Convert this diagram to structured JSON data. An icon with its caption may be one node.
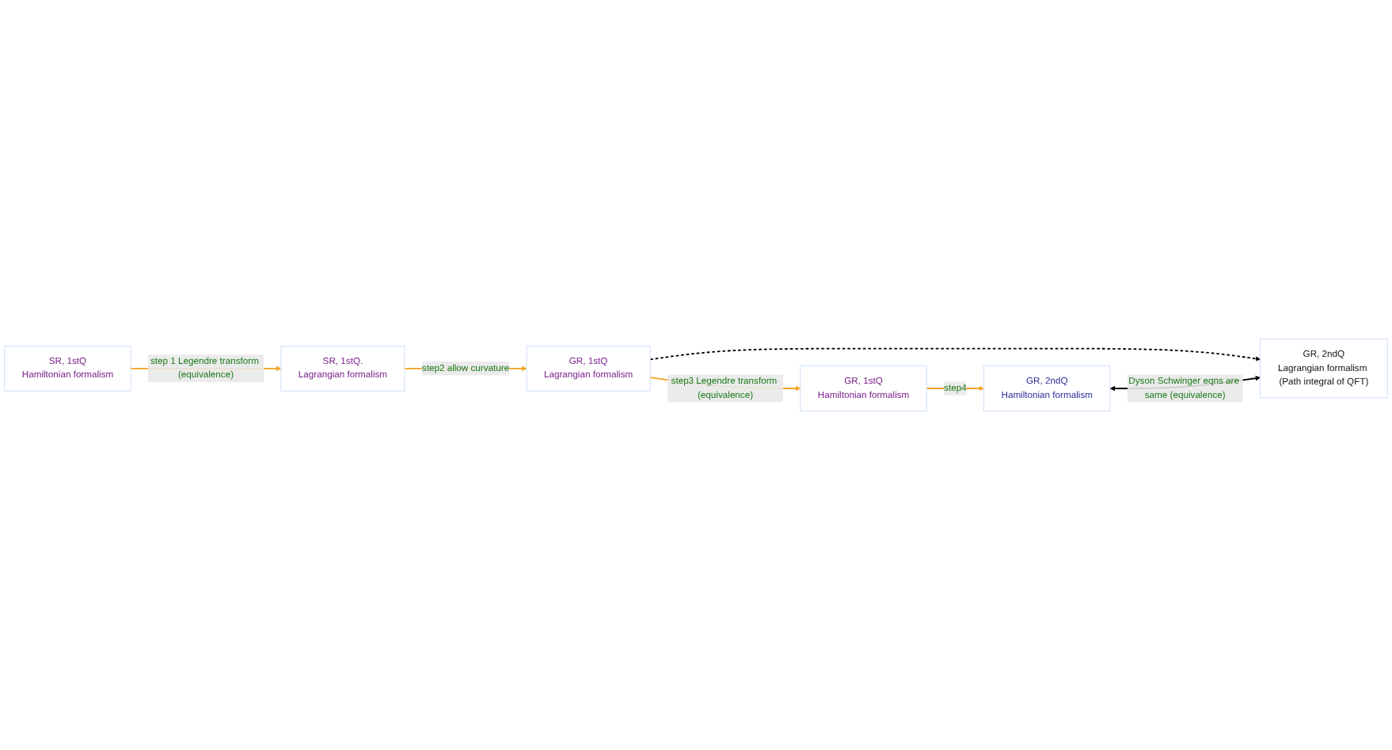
{
  "diagram": {
    "nodes": [
      {
        "text": [
          "SR, 1stQ",
          "Hamiltonian formalism"
        ]
      },
      {
        "text": [
          "SR, 1stQ.",
          "Lagrangian formalism"
        ]
      },
      {
        "text": [
          "GR, 1stQ",
          "Hamiltonian formalism"
        ]
      },
      {
        "text": [
          "GR, 1stQ",
          "Lagrangian formalism"
        ]
      },
      {
        "text": [
          "GR, 2ndQ",
          "Hamiltonian formalism"
        ]
      },
      {
        "text": [
          "GR, 2ndQ",
          "Lagrangian formalism (Path integral of QFT)"
        ]
      }
    ],
    "edges": [
      {
        "from": 0,
        "to": 1,
        "arrow": "to",
        "label": "step 1 Legendre transform (equivalence)"
      },
      {
        "from": 1,
        "to": 3,
        "arrow": "to",
        "label": "step2 allow curvature"
      },
      {
        "from": 3,
        "to": 2,
        "arrow": "to",
        "label": "step3 Legendre transform (equivalence)"
      },
      {
        "from": 2,
        "to": 4,
        "arrow": "to",
        "label": "step4"
      },
      {
        "from": 3,
        "to": 5,
        "arrow": "to",
        "style": "dashed",
        "color": "#000000"
      },
      {
        "from": 4,
        "to": 5,
        "arrow": "both",
        "label": "Dyson Schwinger eqns are same (equivalence)",
        "color": "#000000"
      }
    ]
  }
}
